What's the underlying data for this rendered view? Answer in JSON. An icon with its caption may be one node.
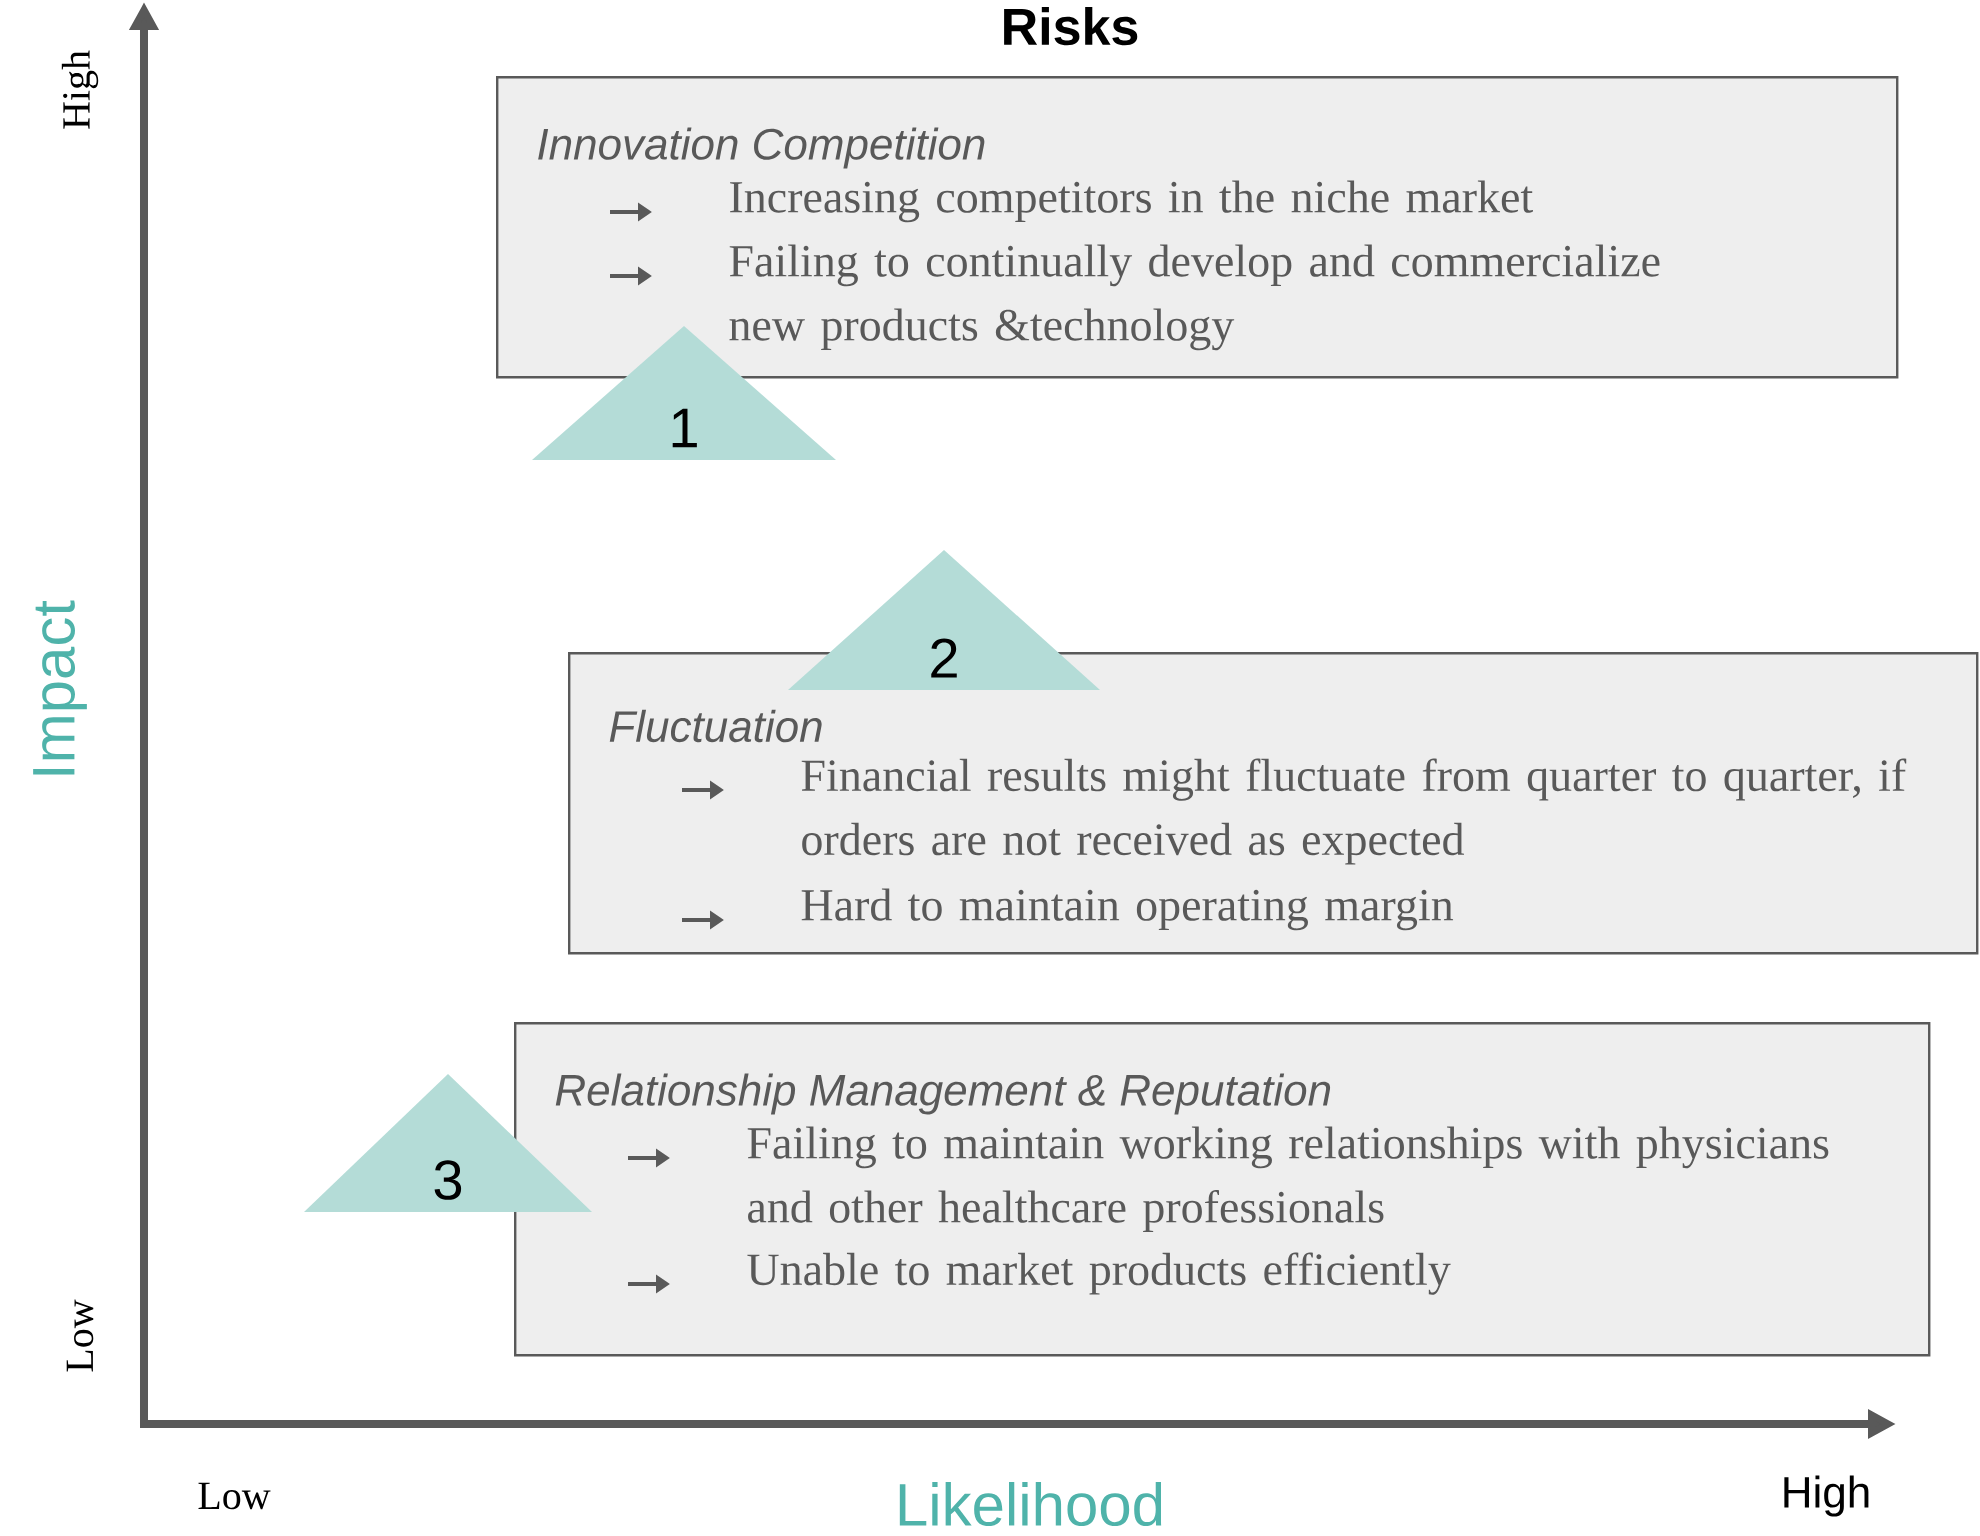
{
  "diagram": {
    "title": "Risks",
    "nodes": [
      {
        "text": [
          "Innovation Competition",
          "Increasing competitors in the niche market",
          "Failing to continually develop and commercialize new products &technology"
        ]
      },
      {
        "text": [
          "1"
        ]
      },
      {
        "text": [
          "2"
        ]
      },
      {
        "text": [
          "Fluctuation",
          "Financial results might fluctuate from quarter to quarter, if orders are not received as expected",
          "Hard to maintain operating margin"
        ]
      },
      {
        "text": [
          "Relationship Management & Reputation",
          "Failing to maintain working relationships with physicians and other healthcare professionals",
          "Unable to market products efficiently"
        ]
      },
      {
        "text": [
          "3"
        ]
      }
    ],
    "labels": [
      "High",
      "Impact",
      "Low",
      "Low",
      "Likelihood",
      "High"
    ]
  }
}
